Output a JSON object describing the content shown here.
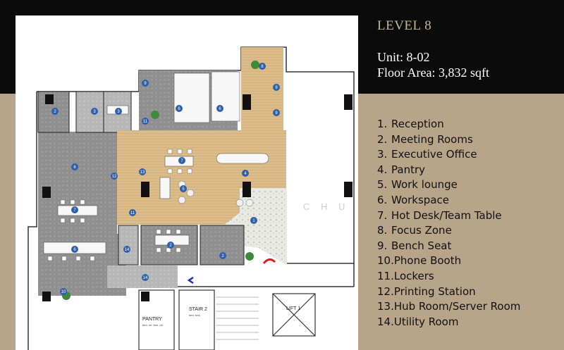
{
  "header": {
    "level": "LEVEL 8",
    "unit": "Unit: 8-02",
    "floor_area": "Floor Area: 3,832 sqft"
  },
  "legend": [
    {
      "num": "1.",
      "label": "Reception"
    },
    {
      "num": "2.",
      "label": "Meeting Rooms"
    },
    {
      "num": "3.",
      "label": "Executive Office"
    },
    {
      "num": "4.",
      "label": "Pantry"
    },
    {
      "num": "5.",
      "label": "Work lounge"
    },
    {
      "num": "6.",
      "label": "Workspace"
    },
    {
      "num": "7.",
      "label": "Hot Desk/Team Table"
    },
    {
      "num": "8.",
      "label": "Focus Zone"
    },
    {
      "num": "9.",
      "label": "Bench Seat"
    },
    {
      "num": "10.",
      "label": "Phone Booth"
    },
    {
      "num": "11.",
      "label": "Lockers"
    },
    {
      "num": "12.",
      "label": "Printing Station"
    },
    {
      "num": "13.",
      "label": "Hub Room/Server Room"
    },
    {
      "num": "14.",
      "label": "Utility Room"
    }
  ],
  "plan_labels": {
    "pantry": "PANTRY",
    "pantry_sub": "tem. rel. tem. rel.",
    "stair": "STAIR 2",
    "stair_sub": "tem. rest.",
    "lift": "LIFT 1",
    "watermark": "C H U"
  },
  "markers": {
    "m1": "1",
    "m2": "2",
    "m3": "3",
    "m4": "4",
    "m5": "5",
    "m6": "6",
    "m7": "7",
    "m8": "8",
    "m9": "9",
    "m10": "10",
    "m11": "11",
    "m12": "12",
    "m13": "13",
    "m14": "14"
  },
  "colors": {
    "band": "#0b0b0b",
    "background": "#b8a488",
    "level_title": "#c9b48e",
    "wood_floor": "#dcbd8a",
    "carpet_gray": "#8e8e8e",
    "carpet_light": "#b9b9b9",
    "marker_blue": "#2f5fa8"
  }
}
